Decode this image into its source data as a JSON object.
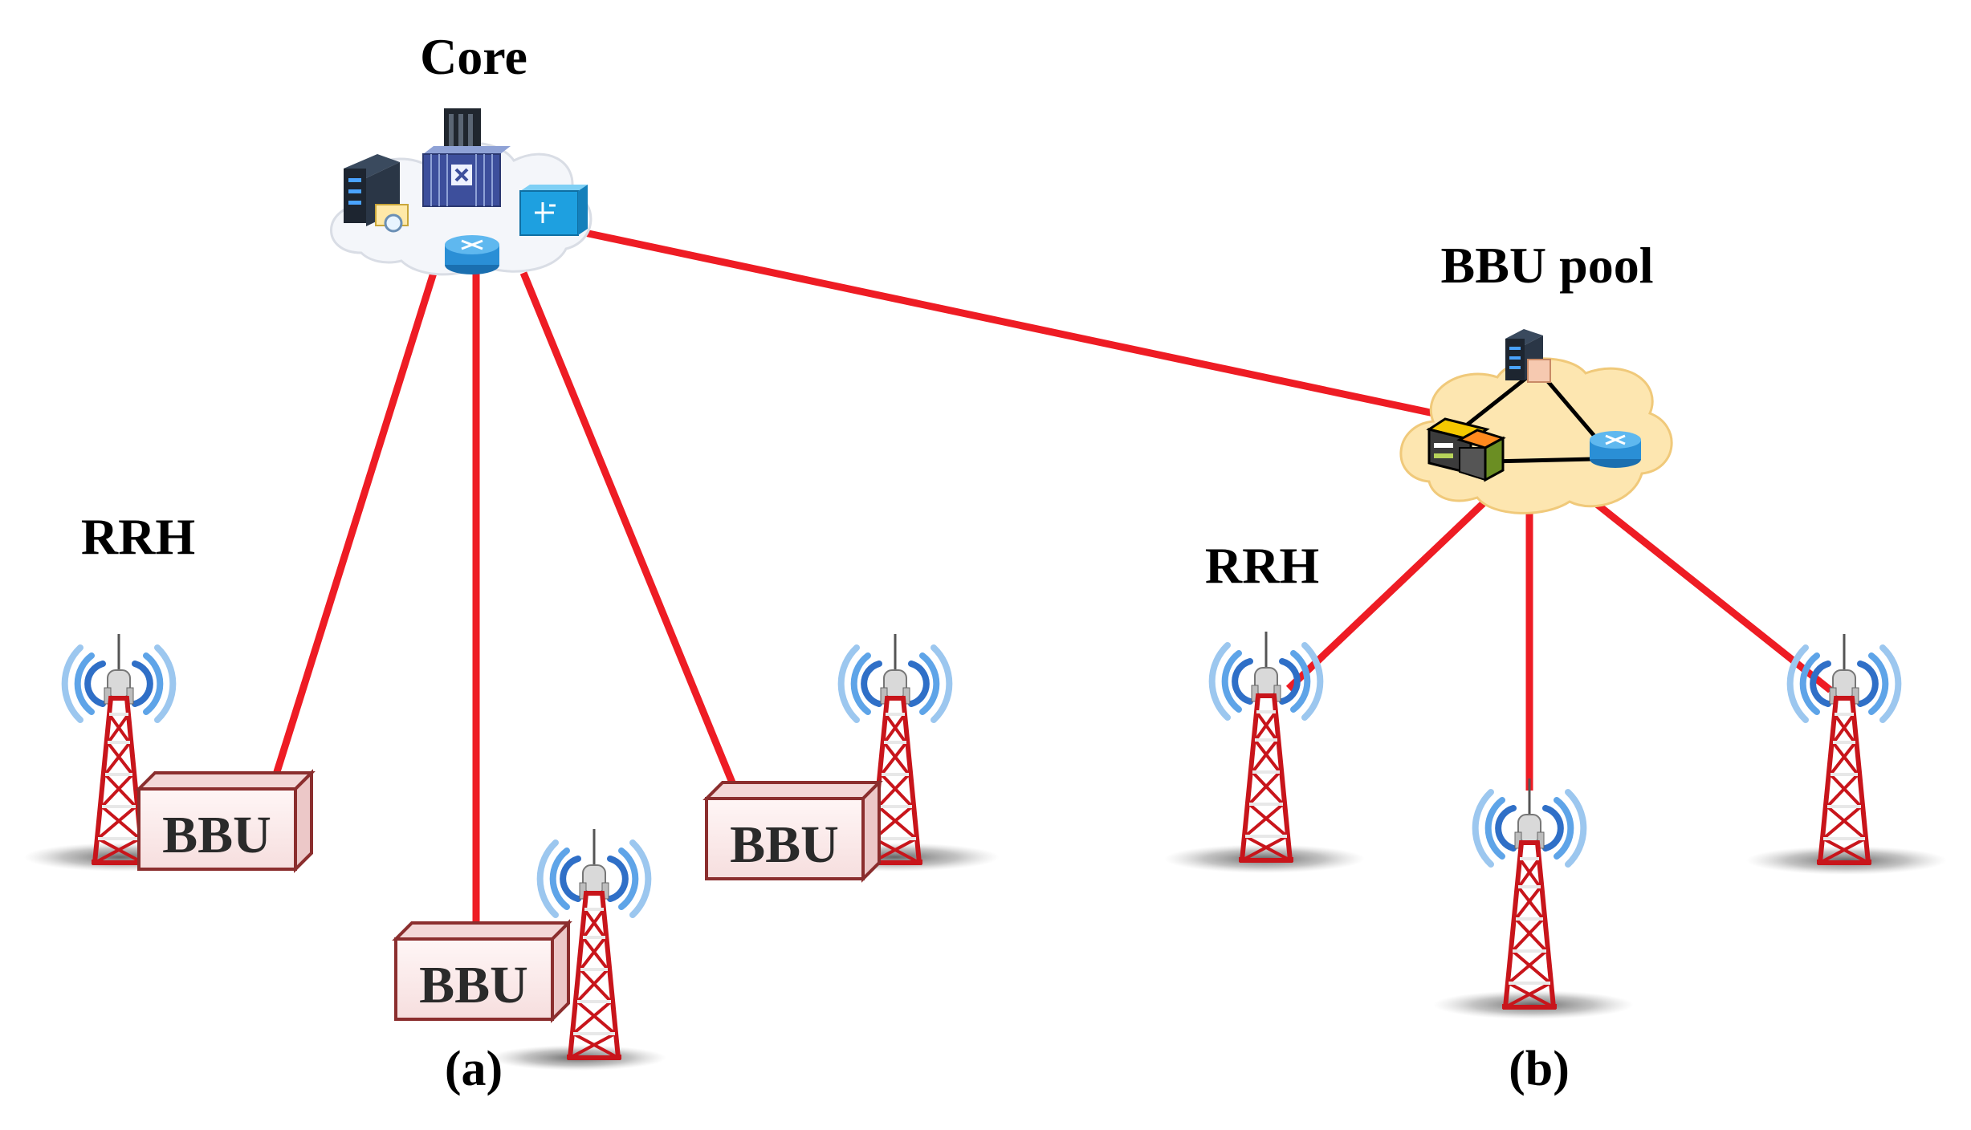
{
  "labels": {
    "core": "Core",
    "bbu_pool": "BBU pool",
    "rrh_a": "RRH",
    "rrh_b": "RRH",
    "caption_a": "(a)",
    "caption_b": "(b)",
    "bbu": "BBU"
  },
  "colors": {
    "link": "#ee1c24",
    "core_cloud": "#f4f6fa",
    "pool_cloud": "#fde6b0",
    "tower_red": "#c8151b",
    "tower_white": "#e8e8e8",
    "wave_blue": "#3f8fe0",
    "bbu_fill": "#fbecec",
    "bbu_border": "#8b2e2e"
  },
  "icons": [
    "cloud-icon",
    "server-icon",
    "rack-icon",
    "switch-icon",
    "router-icon",
    "firewall-icon",
    "antenna-tower-icon",
    "signal-waves-icon"
  ]
}
